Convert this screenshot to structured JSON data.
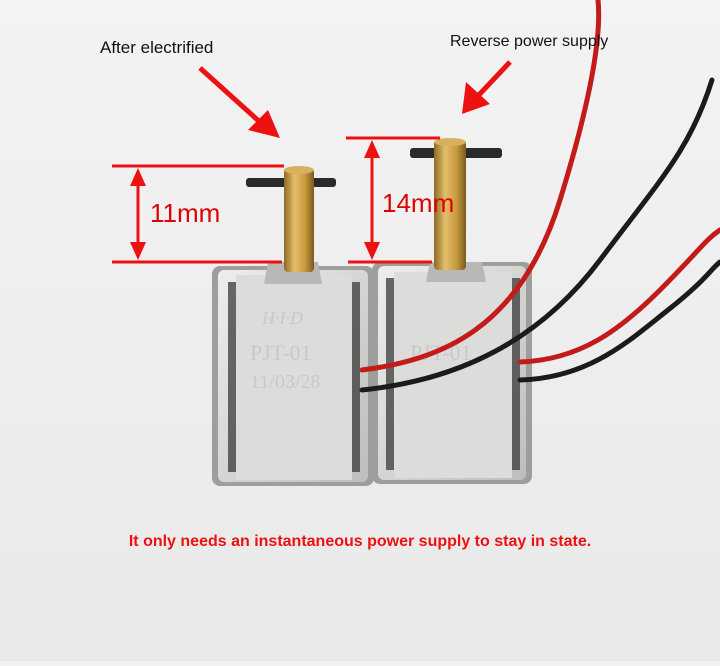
{
  "labels": {
    "after_electrified": "After electrified",
    "reverse_power_supply": "Reverse power supply",
    "dim_left": "11mm",
    "dim_right": "14mm",
    "caption": "It only needs an instantaneous power supply to stay in state."
  },
  "solenoid_markings": {
    "brand": "H·I·D",
    "model": "PJT-01",
    "date": "11/03/28"
  },
  "colors": {
    "background": "#f1f1f1",
    "annotation_red": "#ee1111",
    "brass": "#c99a3c",
    "metal_housing": "#d9d9d7"
  }
}
